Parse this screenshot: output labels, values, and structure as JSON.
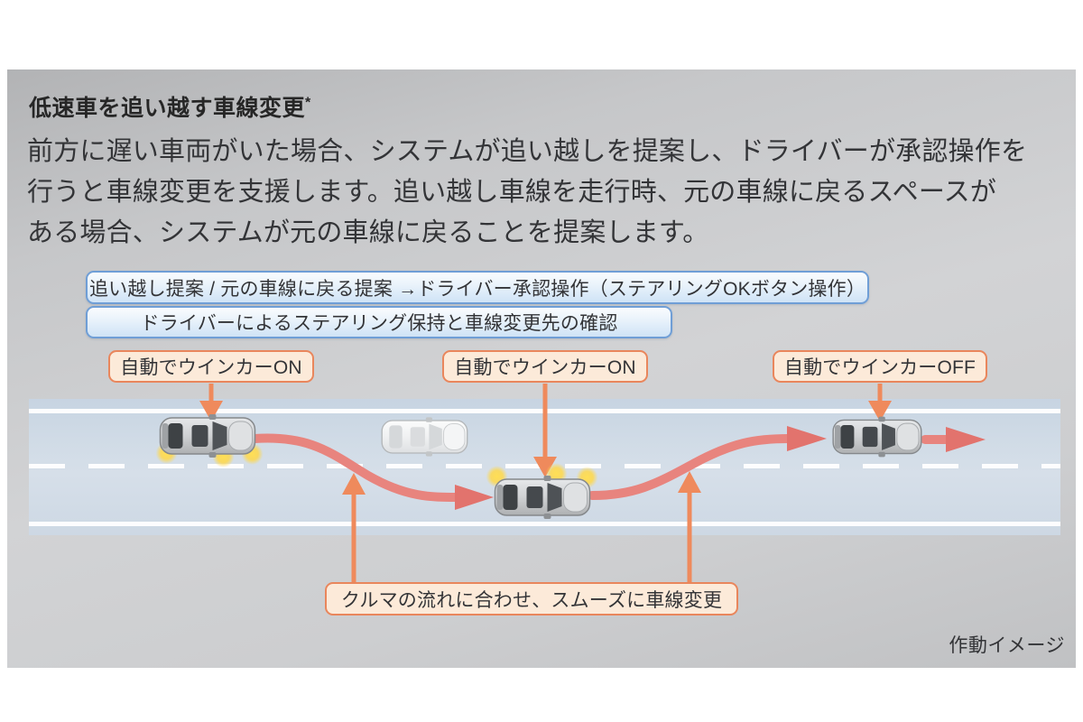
{
  "header": {
    "title": "低速車を追い越す車線変更",
    "title_note": "*",
    "description_lines": [
      "前方に遅い車両がいた場合、システムが追い越しを提案し、ドライバーが承認操作を",
      "行うと車線変更を支援します。追い越し車線を走行時、元の車線に戻るスペースが",
      "ある場合、システムが元の車線に戻ることを提案します。"
    ]
  },
  "callouts": {
    "proposal": "追い越し提案 / 元の車線に戻る提案 →ドライバー承認操作（ステアリングOKボタン操作）",
    "steering_confirm": "ドライバーによるステアリング保持と車線変更先の確認",
    "blinker_on_1": "自動でウインカーON",
    "blinker_on_2": "自動でウインカーON",
    "blinker_off": "自動でウインカーOFF",
    "smooth_lane_change": "クルマの流れに合わせ、スムーズに車線変更"
  },
  "caption": "作動イメージ",
  "colors": {
    "panel_gray": "#c6c7c9",
    "road_blue": "#d0dbe6",
    "lane_marking": "#ffffff",
    "path_salmon": "#e8847e",
    "arrow_orange": "#ef8a5c",
    "callout_blue_border": "#6f9ed6",
    "callout_blue_fill": "#cfe3f6",
    "callout_orange_border": "#e9865c",
    "callout_orange_fill": "#fcead9",
    "blinker_yellow": "#ffd84a"
  }
}
